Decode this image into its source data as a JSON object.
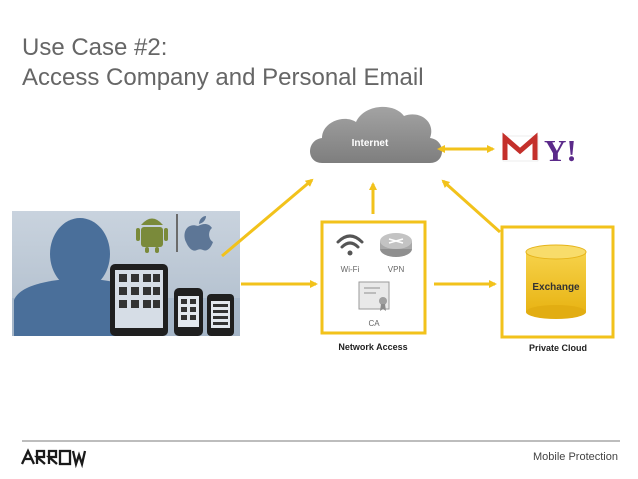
{
  "slide": {
    "title_line1": "Use Case #2:",
    "title_line2": "Access Company and Personal Email",
    "footer": "Mobile Protection",
    "logo_text": "ARROW"
  },
  "diagram": {
    "internet": "Internet",
    "wifi": "Wi-Fi",
    "vpn": "VPN",
    "ca": "CA",
    "network_access": "Network Access",
    "exchange": "Exchange",
    "private_cloud": "Private Cloud",
    "yahoo": "Y!",
    "gmail": "M"
  },
  "colors": {
    "accent_yellow": "#f2c21b",
    "cloud_gray": "#8f8f8f",
    "photo_blue": "#8aa8c8",
    "gmail_red": "#c4302b",
    "yahoo_purple": "#5b2a8a"
  }
}
